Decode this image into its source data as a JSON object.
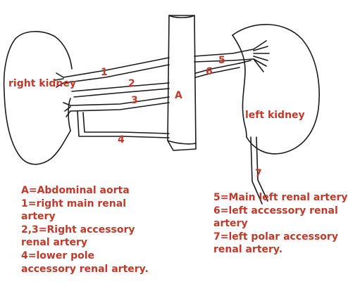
{
  "labels": {
    "right_kidney": "right kidney",
    "left_kidney": "left kidney",
    "aorta_letter": "A",
    "n1": "1",
    "n2": "2",
    "n3": "3",
    "n4": "4",
    "n5": "5",
    "n6": "6",
    "n7": "7"
  },
  "legend_left": [
    "A=Abdominal aorta",
    "1=right main renal",
    "artery",
    "2,3=Right accessory",
    "renal artery",
    "4=lower pole",
    "accessory renal artery."
  ],
  "legend_right": [
    "5=Main left renal artery",
    "6=left accessory renal",
    "artery",
    "7=left polar accessory",
    "renal artery."
  ],
  "colors": {
    "label": "#c0392b",
    "ink": "#1a1a1a"
  }
}
